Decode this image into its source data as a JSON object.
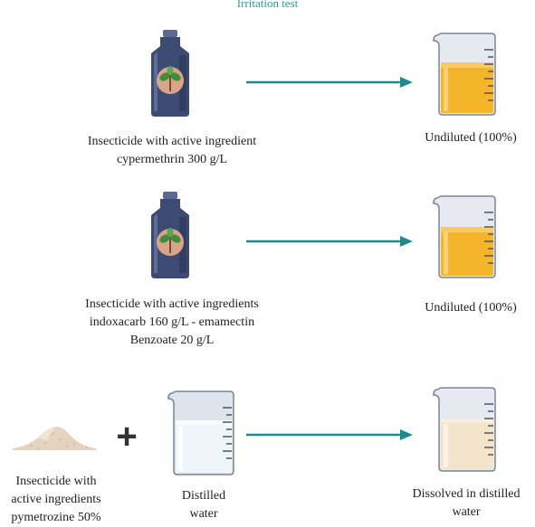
{
  "title": "Irritation test",
  "colors": {
    "arrow": "#1f8a8c",
    "title": "#2a9d9a",
    "bottle_body": "#3d4a72",
    "liquid_orange": "#f5b52a",
    "water": "#e8f3fa",
    "dissolved": "#f4e4cc",
    "powder": "#e6d3bf"
  },
  "rows": [
    {
      "source_lines": [
        "Insecticide with active ingredient",
        "cypermethrin 300 g/L"
      ],
      "result": "Undiluted (100%)"
    },
    {
      "source_lines": [
        "Insecticide with active ingredients",
        "indoxacarb 160 g/L - emamectin",
        "Benzoate 20 g/L"
      ],
      "result": "Undiluted (100%)"
    },
    {
      "source_lines": [
        "Insecticide with",
        "active ingredients",
        "pymetrozine 50%"
      ],
      "plus_symbol": "+",
      "solvent_lines": [
        "Distilled",
        "water"
      ],
      "result_lines": [
        "Dissolved in distilled",
        "water"
      ]
    }
  ]
}
